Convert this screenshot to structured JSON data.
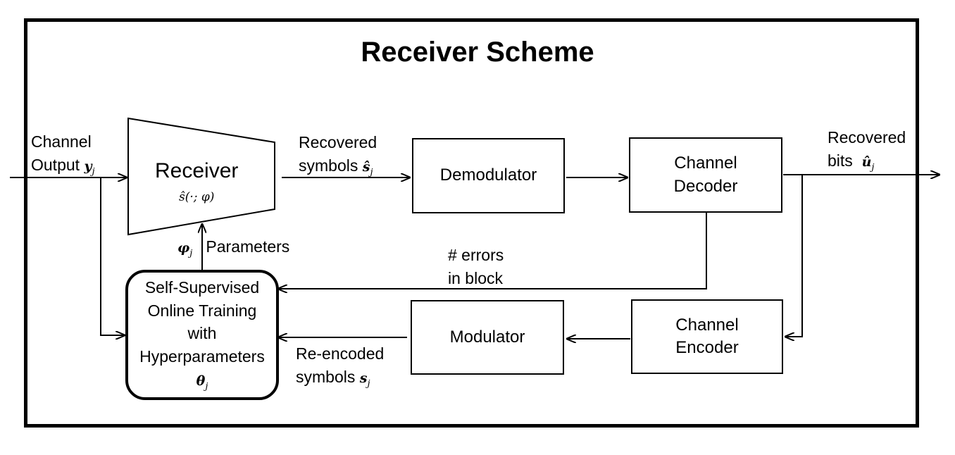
{
  "title": "Receiver Scheme",
  "blocks": {
    "receiver": {
      "label": "Receiver",
      "function": "ŝ(·; φ)"
    },
    "demodulator": {
      "label": "Demodulator"
    },
    "channel_decoder": {
      "line1": "Channel",
      "line2": "Decoder"
    },
    "channel_encoder": {
      "line1": "Channel",
      "line2": "Encoder"
    },
    "modulator": {
      "label": "Modulator"
    },
    "training": {
      "line1": "Self-Supervised",
      "line2": "Online Training",
      "line3": "with",
      "line4": "Hyperparameters",
      "symbol": "θ"
    }
  },
  "signals": {
    "channel_output": {
      "line1": "Channel",
      "line2": "Output",
      "symbol": "y"
    },
    "recovered_symbols": {
      "line1": "Recovered",
      "line2": "symbols",
      "symbol": "ŝ"
    },
    "recovered_bits": {
      "line1": "Recovered",
      "line2": "bits",
      "symbol": "û"
    },
    "errors": {
      "line1": "# errors",
      "line2": "in block"
    },
    "parameters": {
      "label": "Parameters",
      "symbol": "φ"
    },
    "reencoded": {
      "line1": "Re-encoded",
      "line2": "symbols",
      "symbol": "s"
    },
    "subscript": "j"
  }
}
